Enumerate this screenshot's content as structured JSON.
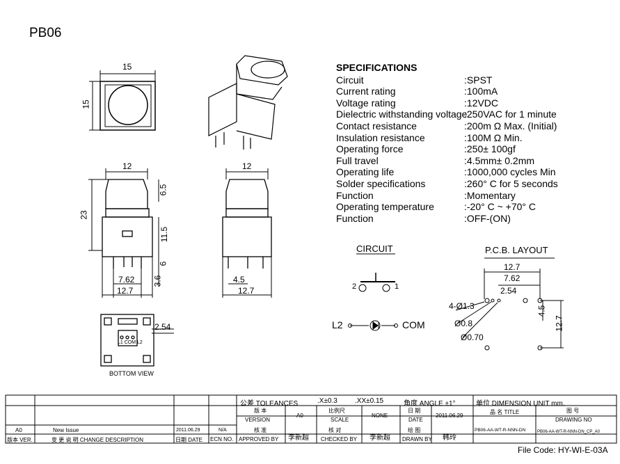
{
  "title": "PB06",
  "specs": {
    "heading": "SPECIFICATIONS",
    "items": [
      {
        "k": "Circuit",
        "v": ":SPST"
      },
      {
        "k": "Current rating",
        "v": ":100mA"
      },
      {
        "k": "Voltage rating",
        "v": ":12VDC"
      },
      {
        "k": "Dielectric withstanding voltage",
        "v": ":250VAC for 1 minute"
      },
      {
        "k": "Contact resistance",
        "v": ":200m Ω   Max. (Initial)"
      },
      {
        "k": "Insulation resistance",
        "v": ":100M Ω   Min."
      },
      {
        "k": "Operating force",
        "v": ":250± 100gf"
      },
      {
        "k": "Full travel",
        "v": ":4.5mm± 0.2mm"
      },
      {
        "k": "Operating life",
        "v": ":1000,000 cycles Min"
      },
      {
        "k": "Solder specifications",
        "v": ":260° C for 5 seconds"
      },
      {
        "k": "Function",
        "v": ":Momentary"
      },
      {
        "k": "Operating temperature",
        "v": ":-20° C ~ +70° C"
      },
      {
        "k": "Function",
        "v": ":OFF-(ON)"
      }
    ]
  },
  "dims": {
    "top_w": "15",
    "top_h": "15",
    "front_w": "12",
    "front_h": "23",
    "front_a": "6.5",
    "front_b": "11.5",
    "front_c": "6",
    "front_d": "3.6",
    "front_pitch1": "7.62",
    "front_pitch2": "12.7",
    "side_w": "12",
    "side_a": "4.5",
    "side_b": "12.7",
    "bottom_a": "2.54",
    "bottom_view": "BOTTOM VIEW",
    "bottom_pins": "L1 COM L2"
  },
  "circuit": {
    "title": "CIRCUIT",
    "pin2": "2",
    "pin1": "1",
    "l2": "L2",
    "com": "COM"
  },
  "pcb": {
    "title": "P.C.B. LAYOUT",
    "d1": "12.7",
    "d2": "7.62",
    "d3": "2.54",
    "h1": "4-Ø1.3",
    "h2": "Ø0.8",
    "h3": "Ø0.70",
    "v1": "4.5",
    "v2": "12.7"
  },
  "titleblock": {
    "tol_cn": "公差 TOLEANCES",
    "tol1": ".X±0.3",
    "tol2": ".XX±0.15",
    "angle": "角度 ANGLE ±1°",
    "unit": "单位  DIMENSION UNIT      mm.",
    "ver_cn": "版 本",
    "ver": "VERSION",
    "ver_val": "A0",
    "scale_cn": "比例尺",
    "scale": "SCALE",
    "scale_val": "NONE",
    "date_cn": "日 期",
    "date": "DATE",
    "date_val": "2011.06.29",
    "title_cn": "品 名  TITLE",
    "title_val": "PB06-AA-WT-R-NNN-DN",
    "dwg_cn": "图 号",
    "dwg": "DRAWING NO",
    "dwg_val": "PB06-AA-WT-R-NNN-DN_CP_A0",
    "appr_cn": "核 准",
    "appr": "APPROVED BY",
    "appr_val": "李新超",
    "chk_cn": "核 对",
    "chk": "CHECKED BY",
    "chk_val": "李新超",
    "draw_cn": "绘 图",
    "draw": "DRAWN BY",
    "draw_val": "韩玲",
    "rev_ver": "A0",
    "rev_desc": "New Issue",
    "rev_date": "2011.06.29",
    "rev_ecn": "N/A",
    "h_ver": "版本 VER.",
    "h_desc": "变 更 说 明   CHANGE DESCRIPTION",
    "h_date": "日期 DATE",
    "h_ecn": "ECN NO.",
    "file_code": "File Code: HY-WI-E-03A"
  }
}
